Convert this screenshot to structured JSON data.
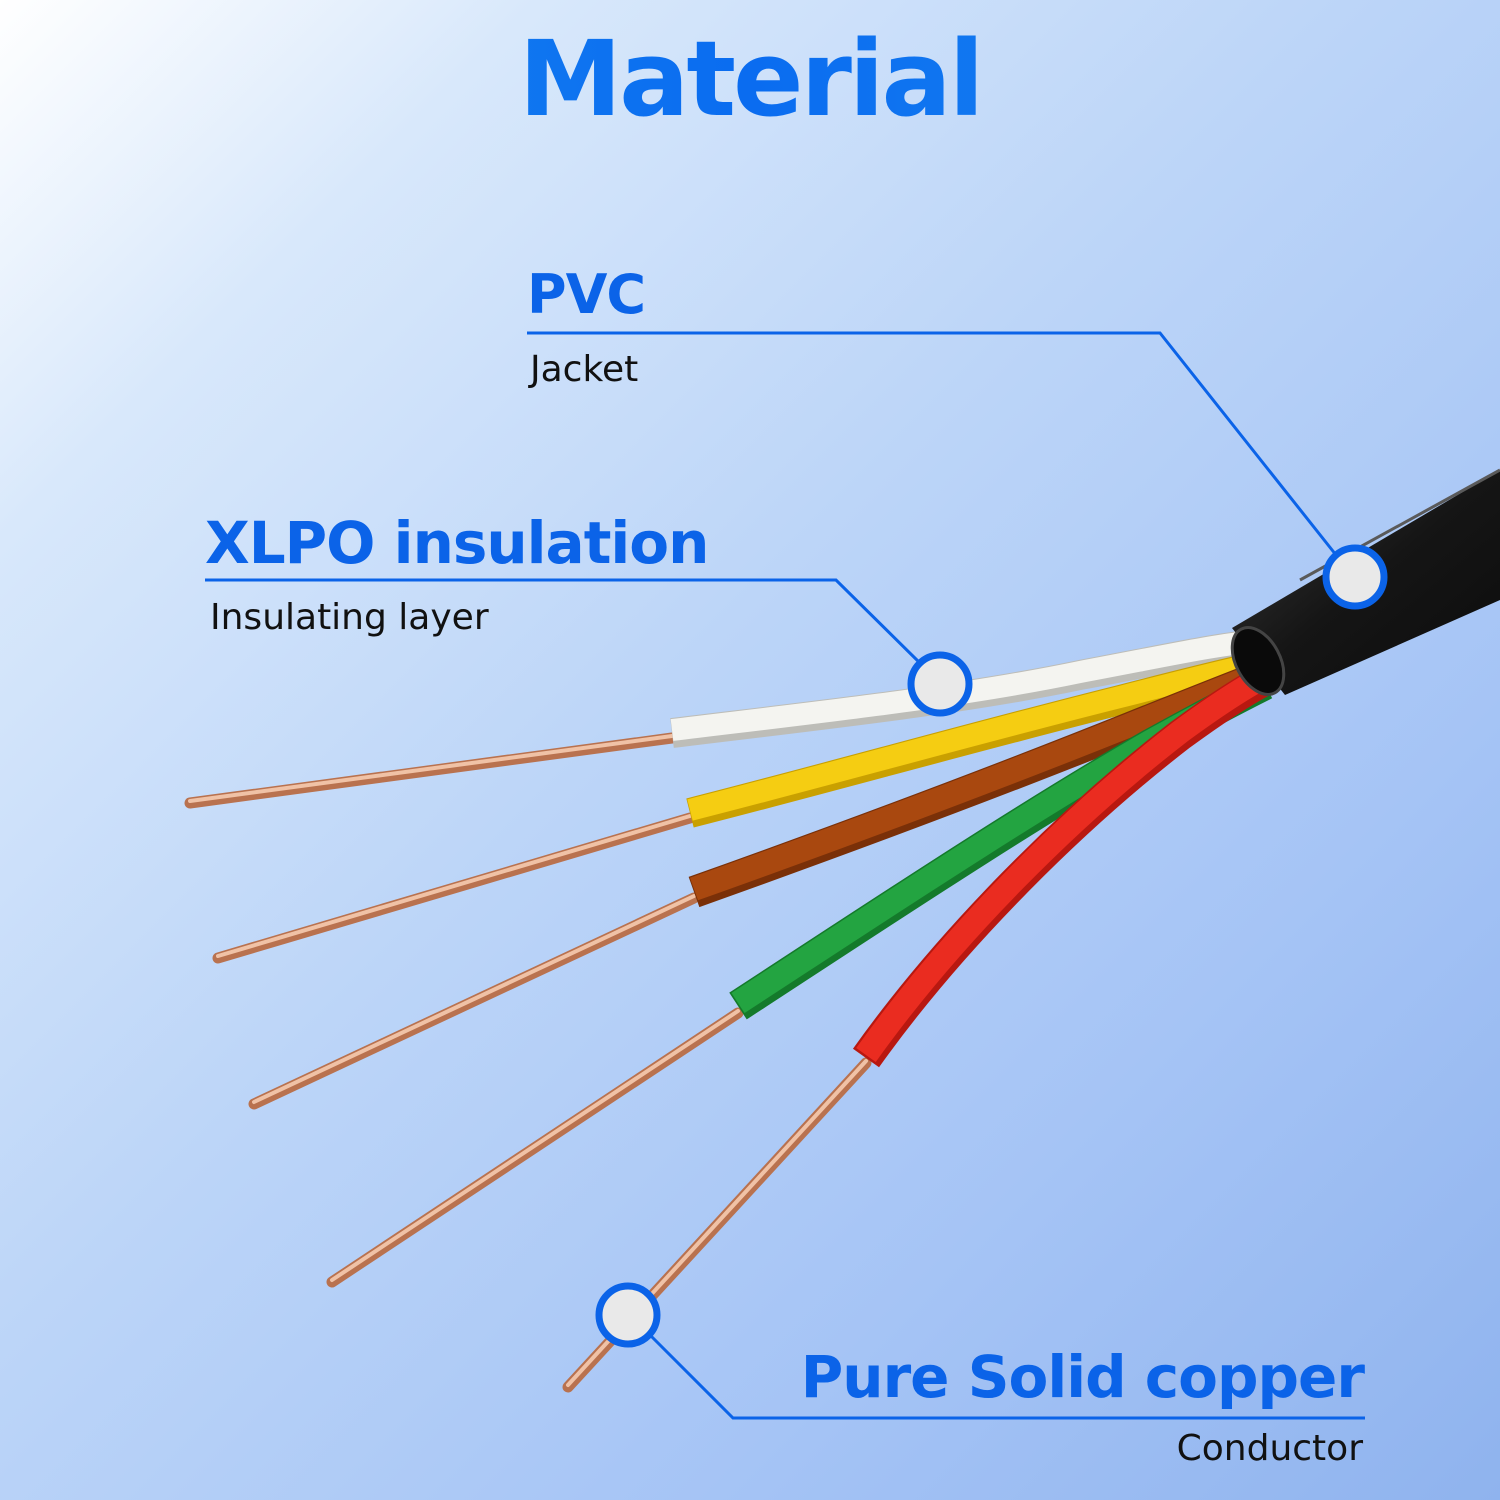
{
  "title": "Material",
  "callouts": {
    "jacket": {
      "material": "PVC",
      "part": "Jacket"
    },
    "insulation": {
      "material": "XLPO insulation",
      "part": "Insulating layer"
    },
    "conductor": {
      "material": "Pure Solid copper",
      "part": "Conductor"
    }
  },
  "colors": {
    "accent": "#0b63e8",
    "jacket": "#1a1a1a",
    "wire_white": "#f2f2ee",
    "wire_yellow": "#f3c90a",
    "wire_brown": "#a5460d",
    "wire_green": "#1f9a3a",
    "wire_red": "#e5261c",
    "copper": "#d9967a"
  }
}
